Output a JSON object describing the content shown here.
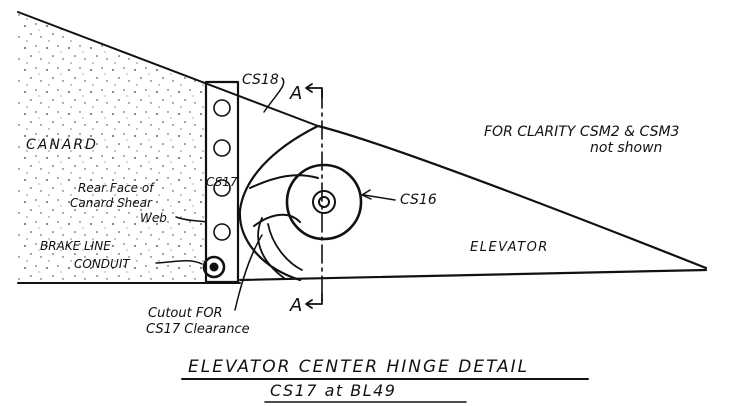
{
  "labels": {
    "canard": "CANARD",
    "cs18": "CS18",
    "section_a": "A",
    "cs17": "CS17",
    "cs16": "CS16",
    "rear_face": [
      "Rear Face of",
      "Canard Shear",
      "Web"
    ],
    "brake_line": [
      "BRAKE LINE",
      "CONDUIT"
    ],
    "clarity_note": [
      "FOR CLARITY CSM2 & CSM3",
      "not shown"
    ],
    "elevator": "ELEVATOR",
    "cutout": [
      "Cutout FOR",
      "CS17 Clearance"
    ]
  },
  "title": {
    "main": "ELEVATOR CENTER HINGE DETAIL",
    "sub": "CS17 at BL49"
  }
}
